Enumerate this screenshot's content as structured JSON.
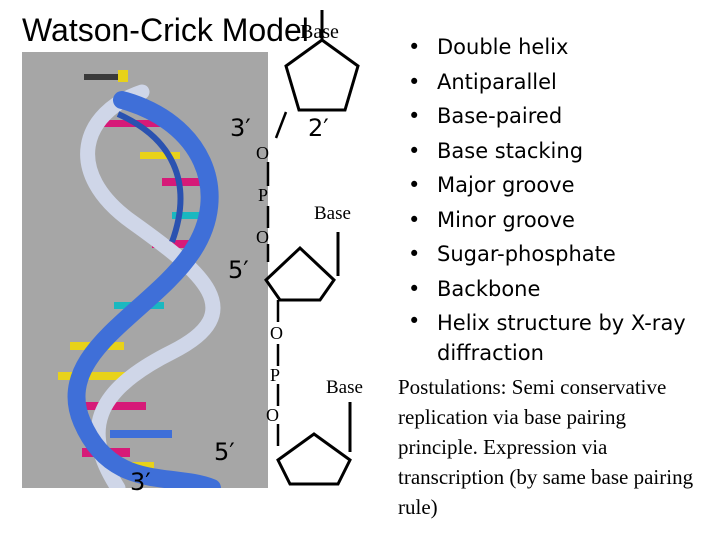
{
  "title": "Watson-Crick Model",
  "diagram": {
    "base_top": "Base",
    "prime_3_top": "3′",
    "prime_2_top": "2′",
    "o_1": "O",
    "p_1": "P",
    "base_mid": "Base",
    "o_2": "O",
    "prime_5_mid": "5′",
    "o_3": "O",
    "p_2": "P",
    "base_bottom": "Base",
    "o_4": "O",
    "prime_5_bottom": "5′",
    "prime_3_bottom": "3′"
  },
  "bullets": [
    "Double helix",
    "Antiparallel",
    "Base-paired",
    "Base stacking",
    "Major groove",
    "Minor groove",
    "Sugar-phosphate",
    "Backbone",
    "Helix structure by X-ray diffraction"
  ],
  "postulations": "Postulations: Semi conservative replication via base pairing principle. Expression via transcription (by same base pairing rule)",
  "colors": {
    "panel_background": "#a6a6a6",
    "helix_blue": "#3f6fd8",
    "helix_light": "#cfd6e8",
    "base_magenta": "#d61a78",
    "base_yellow": "#e8d21a",
    "base_cyan": "#1ab8c0"
  }
}
